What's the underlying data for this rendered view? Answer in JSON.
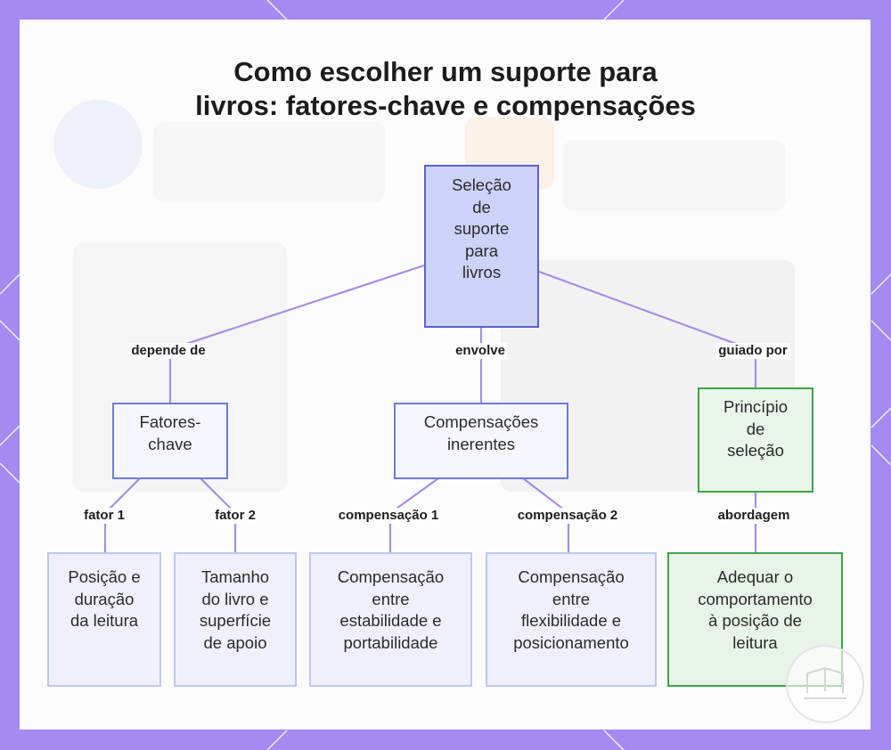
{
  "title": {
    "line1": "Como escolher um suporte para",
    "line2": "livros: fatores-chave e compensações"
  },
  "nodes": {
    "root": {
      "lines": [
        "Seleção",
        "de",
        "suporte",
        "para",
        "livros"
      ]
    },
    "fatores": {
      "lines": [
        "Fatores-",
        "chave"
      ]
    },
    "compensacoes": {
      "lines": [
        "Compensações",
        "inerentes"
      ]
    },
    "principio": {
      "lines": [
        "Princípio",
        "de",
        "seleção"
      ]
    },
    "leaf1": {
      "lines": [
        "Posição e",
        "duração",
        "da leitura"
      ]
    },
    "leaf2": {
      "lines": [
        "Tamanho",
        "do livro e",
        "superfície",
        "de apoio"
      ]
    },
    "leaf3": {
      "lines": [
        "Compensação",
        "entre",
        "estabilidade e",
        "portabilidade"
      ]
    },
    "leaf4": {
      "lines": [
        "Compensação",
        "entre",
        "flexibilidade e",
        "posicionamento"
      ]
    },
    "leaf5": {
      "lines": [
        "Adequar o",
        "comportamento",
        "à posição de",
        "leitura"
      ]
    }
  },
  "edges": {
    "depende_de": "depende de",
    "envolve": "envolve",
    "guiado_por": "guiado por",
    "fator1": "fator 1",
    "fator2": "fator 2",
    "comp1": "compensação 1",
    "comp2": "compensação 2",
    "abordagem": "abordagem"
  },
  "colors": {
    "frame": "#a58af2",
    "edge": "#a58de6",
    "root_fill": "#ccd2f8",
    "root_border": "#5963cf",
    "green_border": "#3da34a",
    "green_fill": "#eaf5ea"
  }
}
